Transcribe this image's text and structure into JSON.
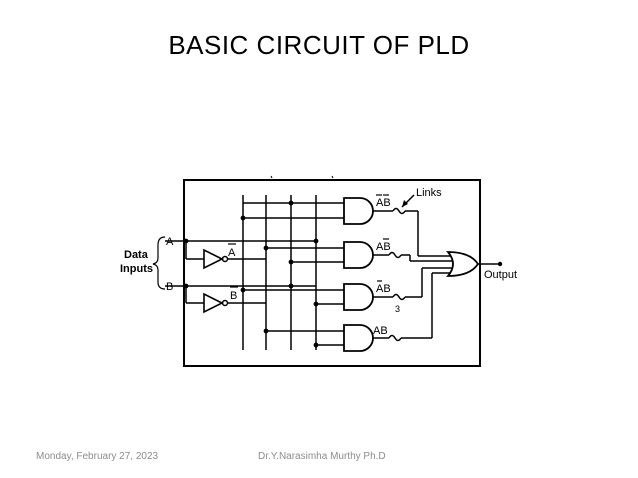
{
  "slide": {
    "title": "BASIC  CIRCUIT  OF PLD",
    "footer_date": "Monday, February 27, 2023",
    "footer_author": "Dr.Y.Narasimha Murthy Ph.D"
  },
  "diagram": {
    "input_group_label_line1": "Data",
    "input_group_label_line2": "Inputs",
    "input_a": "A",
    "input_b": "B",
    "inverter_a_label": "A",
    "inverter_b_label": "B",
    "links_label": "Links",
    "gate_labels": [
      "AB",
      "AB",
      "AB",
      "AB"
    ],
    "page_mark": "3",
    "output_label": "Output"
  }
}
